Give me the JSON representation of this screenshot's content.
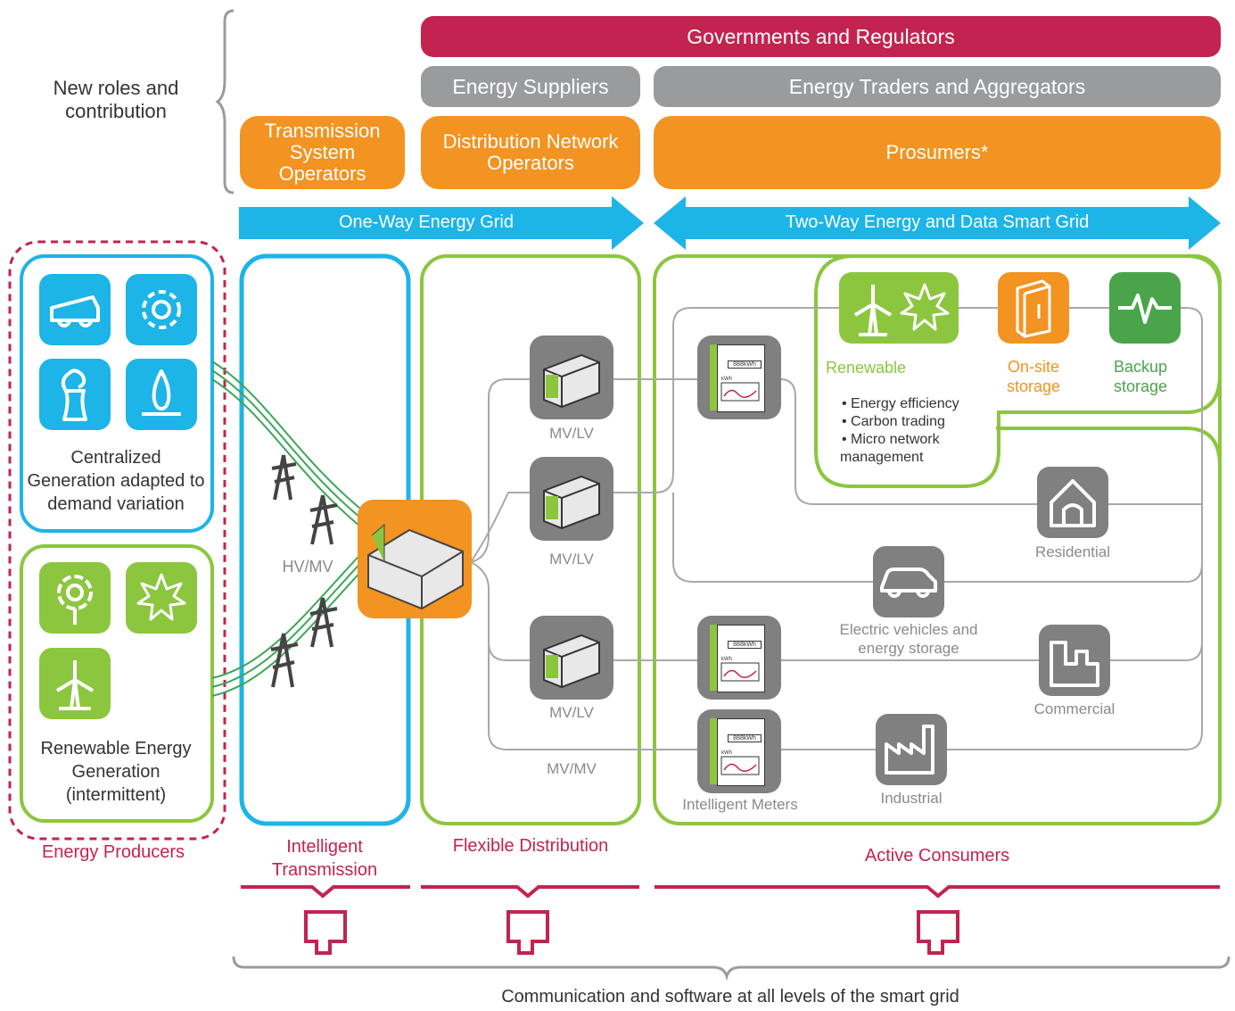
{
  "colors": {
    "crimson": "#c2244f",
    "gray": "#9a9b9d",
    "orange": "#f39321",
    "blue": "#1db4e7",
    "green": "#8cc63f",
    "dark_green": "#4aa54a",
    "dark_gray": "#808080",
    "text": "#333333"
  },
  "roles": {
    "label": "New roles and contribution",
    "governments": "Governments and Regulators",
    "suppliers": "Energy Suppliers",
    "traders": "Energy Traders and Aggregators",
    "tso": "Transmission System Operators",
    "dno": "Distribution Network Operators",
    "prosumers": "Prosumers*"
  },
  "arrows": {
    "one_way": "One-Way Energy Grid",
    "two_way": "Two-Way Energy and Data Smart Grid"
  },
  "producers": {
    "centralized": "Centralized Generation adapted to demand variation",
    "renewable": "Renewable Energy Generation (intermittent)",
    "title": "Energy Producers",
    "icons": [
      "coal-cart-icon",
      "gear-icon",
      "cooling-tower-icon",
      "gas-flame-icon",
      "flower-icon",
      "sun-icon",
      "wind-turbine-icon"
    ]
  },
  "transmission": {
    "hv_mv": "HV/MV",
    "title": "Intelligent Transmission"
  },
  "distribution": {
    "mv_lv_1": "MV/LV",
    "mv_lv_2": "MV/LV",
    "mv_lv_3": "MV/LV",
    "mv_mv": "MV/MV",
    "title": "Flexible Distribution"
  },
  "consumers": {
    "renewable": "Renewable",
    "onsite": "On-site storage",
    "backup": "Backup storage",
    "bullets": [
      "• Energy efficiency",
      "• Carbon trading",
      "• Micro network"
    ],
    "bullet_cont": "management",
    "residential": "Residential",
    "ev": "Electric vehicles and energy storage",
    "commercial": "Commercial",
    "industrial": "Industrial",
    "meters": "Intelligent Meters",
    "meter_reading": "888kWh",
    "meter_unit": "kWh",
    "title": "Active Consumers"
  },
  "bottom": {
    "communication": "Communication and software at all levels of the smart grid"
  }
}
